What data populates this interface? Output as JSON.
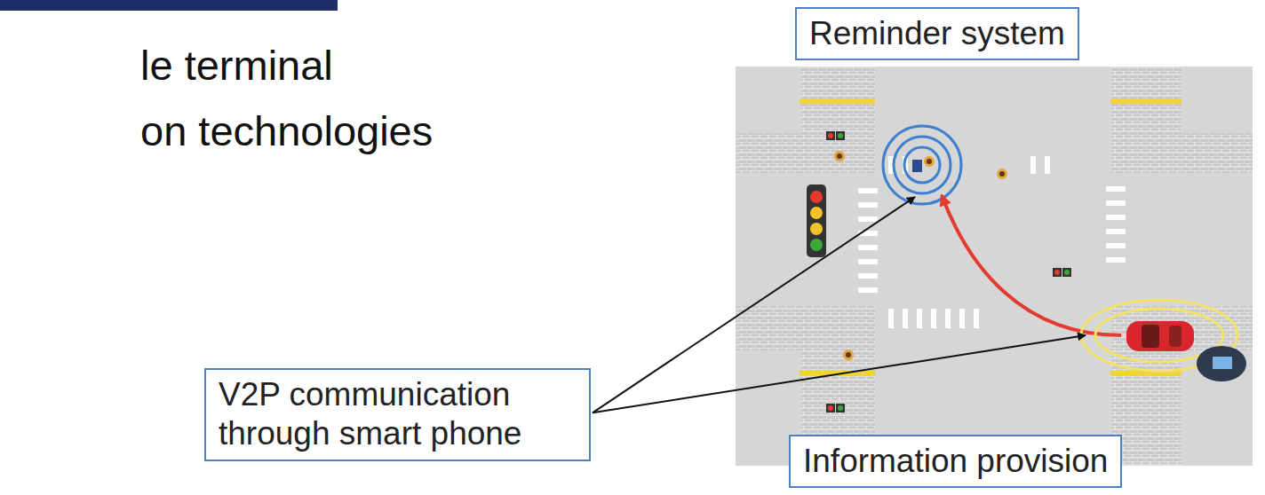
{
  "diagram": {
    "nodes": [
      {
        "text": [
          "Reminder system"
        ]
      },
      {
        "text": [
          "V2P  communication through smart phone"
        ]
      },
      {
        "text": [
          "Information provision"
        ]
      }
    ],
    "labels": [
      "le terminal",
      "on technologies"
    ]
  }
}
